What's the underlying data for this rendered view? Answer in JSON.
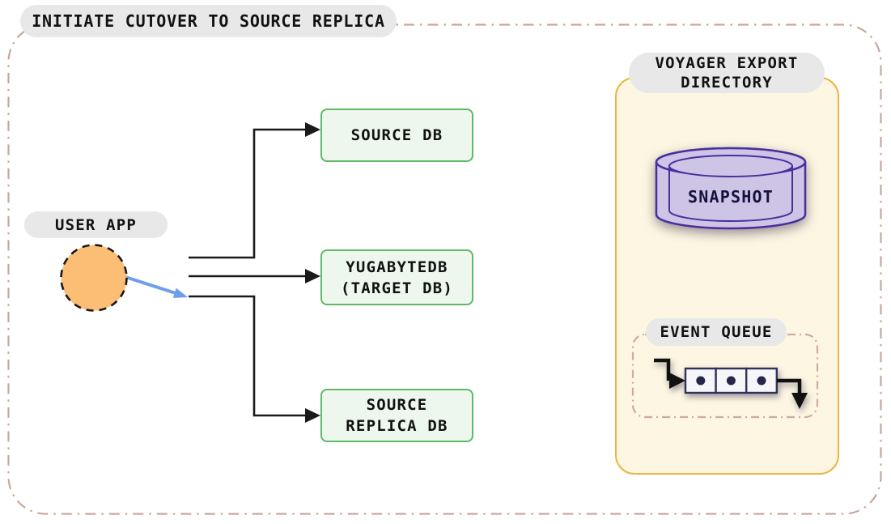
{
  "title": "INITIATE CUTOVER TO SOURCE REPLICA",
  "user_app": {
    "label": "USER APP"
  },
  "databases": {
    "source_db": "SOURCE DB",
    "target_db": "YUGABYTEDB\n(TARGET DB)",
    "source_replica_db": "SOURCE\nREPLICA DB"
  },
  "voyager": {
    "label": "VOYAGER EXPORT\nDIRECTORY",
    "snapshot_label": "SNAPSHOT",
    "event_queue_label": "EVENT QUEUE"
  },
  "icons": {
    "user_app": "user-app-circle-icon",
    "snapshot": "database-cylinder-icon",
    "event_queue": "queue-cells-icon",
    "cutover": "blue-cutover-arrow-icon"
  },
  "colors": {
    "outer_border": "#c9a79a",
    "pill_bg": "#e8e8e8",
    "green_box_border": "#5fba63",
    "green_box_fill": "#edf7ed",
    "user_app_circle": "#fcbd74",
    "cutover_arrow": "#6d9eeb",
    "voyager_fill": "#fcf6e2",
    "voyager_border": "#ecb441",
    "cylinder_fill": "#cdc4e6",
    "cylinder_stroke": "#4c2d9c",
    "queue_dashed_border": "#cfaaa5",
    "queue_cell_stroke": "#31315e",
    "connector": "#1a1a1a"
  }
}
